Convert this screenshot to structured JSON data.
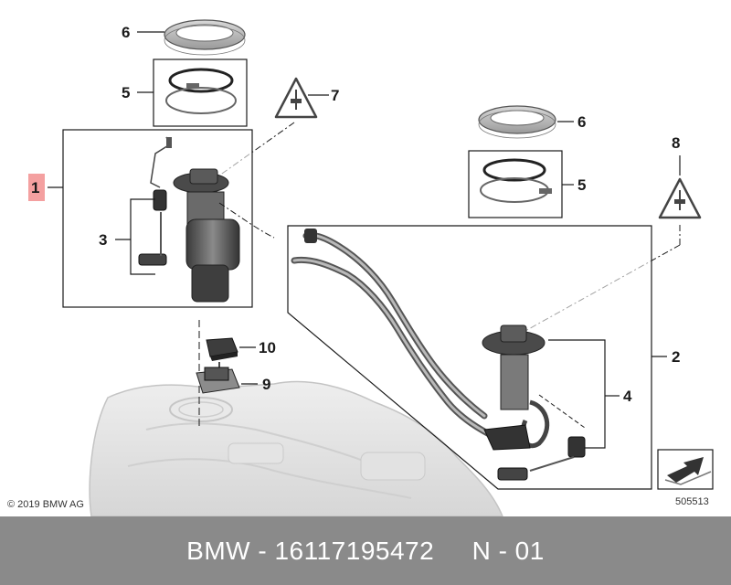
{
  "diagram": {
    "callouts": {
      "c1": "1",
      "c2": "2",
      "c3": "3",
      "c4": "4",
      "c5a": "5",
      "c5b": "5",
      "c6a": "6",
      "c6b": "6",
      "c7": "7",
      "c8": "8",
      "c9": "9",
      "c10": "10"
    },
    "copyright": "© 2019 BMW AG",
    "image_number": "505513"
  },
  "footer": {
    "text": "BMW - 16117195472     N - 01"
  },
  "colors": {
    "highlight": "#f4a0a0",
    "footer_bg": "#8a8a8a",
    "line": "#1a1a1a"
  }
}
